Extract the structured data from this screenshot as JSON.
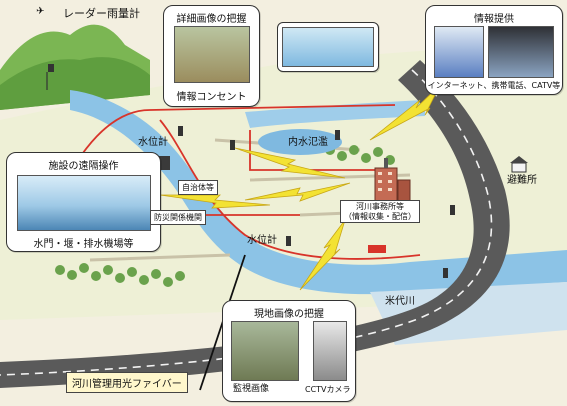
{
  "labels": {
    "radar": "レーダー雨量計",
    "detail_photo": "詳細画像の把握",
    "info_outlet": "情報コンセント",
    "info_provision": "情報提供",
    "internet": "インターネット、携帯電話、CATV等",
    "water_gauge_1": "水位計",
    "water_gauge_2": "水位計",
    "inland_flood": "内水氾濫",
    "remote_ops": "施設の遠隔操作",
    "remote_ops_caption": "水門・堰・排水機場等",
    "local_gov": "自治体等",
    "disaster_org": "防災関係機関",
    "river_office": "河川事務所等",
    "river_office_sub": "（情報収集・配信）",
    "shelter": "避難所",
    "yoneshiro": "米代川",
    "site_photo": "現地画像の把握",
    "monitor_photo": "監視画像",
    "cctv": "CCTVカメラ",
    "fiber": "河川管理用光ファイバー"
  },
  "colors": {
    "river": "#8cc3e6",
    "road": "#5a5a5a",
    "fiber": "#d8342a",
    "lightning": "#f3e233",
    "field": "#e9ecd0",
    "mountain": "#7bb653"
  }
}
